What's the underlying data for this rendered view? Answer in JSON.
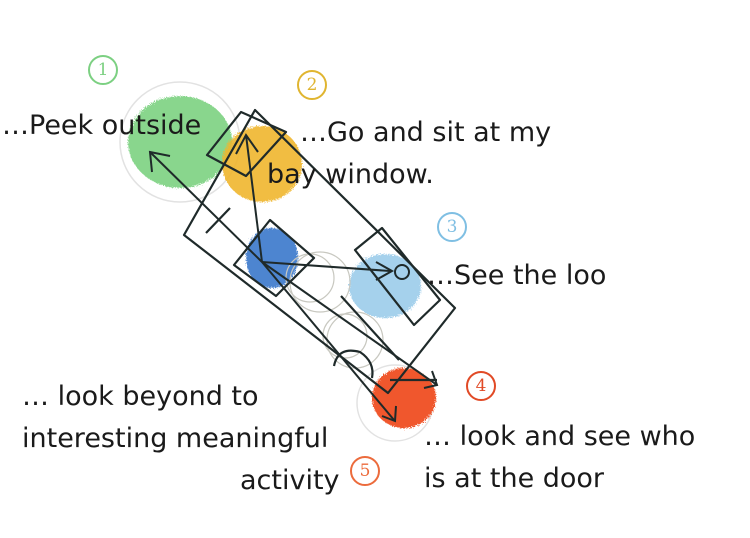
{
  "steps": [
    {
      "number": "1",
      "color": "#7cd082",
      "lines": [
        "…Peek outside"
      ]
    },
    {
      "number": "2",
      "color": "#e0b530",
      "lines": [
        "…Go and sit at my",
        "bay window."
      ]
    },
    {
      "number": "3",
      "color": "#7fbfe3",
      "lines": [
        "…See the loo"
      ]
    },
    {
      "number": "4",
      "color": "#e14a26",
      "lines": [
        "… look and see who",
        "is at the door"
      ]
    },
    {
      "number": "5",
      "color": "#ec6b3c",
      "lines": [
        "… look beyond to",
        "interesting meaningful",
        "activity"
      ]
    }
  ],
  "colors": {
    "outside_blob": "#74d07a",
    "bay_blob": "#f0b62e",
    "center_blob": "#2f6fc8",
    "loo_blob": "#8fc6e8",
    "door_blob": "#f05020",
    "ink": "#1f2a2a"
  }
}
